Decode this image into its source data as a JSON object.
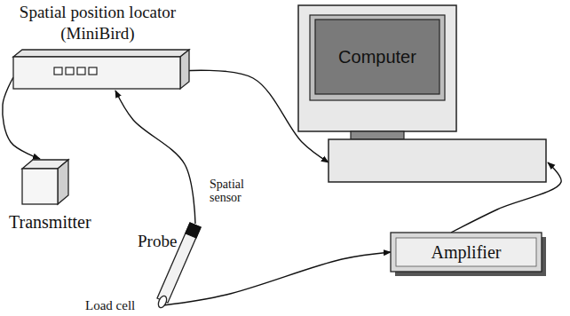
{
  "diagram": {
    "nodes": [
      {
        "text": [
          "Spatial position locator (MiniBird)"
        ]
      },
      {
        "text": [
          "Computer"
        ]
      },
      {
        "text": [
          "Transmitter"
        ]
      },
      {
        "text": [
          "Probe"
        ]
      },
      {
        "text": [
          "Amplifier"
        ]
      }
    ],
    "edges": [
      {
        "from": 0,
        "to": 2,
        "arrow": "to"
      },
      {
        "from": 0,
        "to": 1,
        "arrow": "to"
      },
      {
        "from": 3,
        "to": 0,
        "arrow": "to"
      },
      {
        "from": 3,
        "to": 4,
        "arrow": "to"
      },
      {
        "from": 4,
        "to": 1,
        "arrow": "to"
      }
    ],
    "labels": [
      "Spatial sensor",
      "Load cell"
    ]
  }
}
